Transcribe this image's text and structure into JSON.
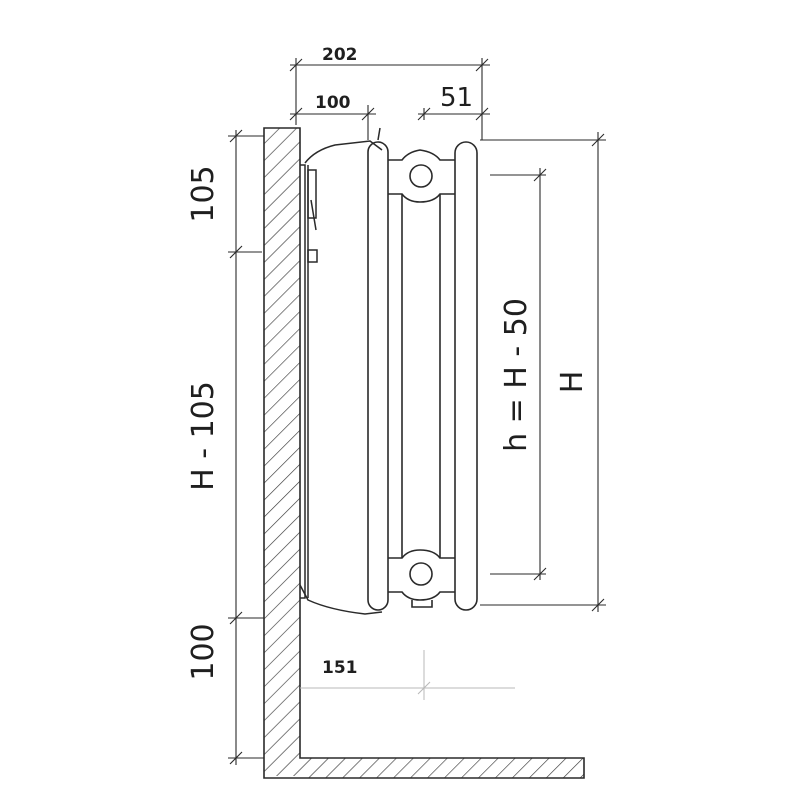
{
  "dimensions": {
    "d202": "202",
    "d100_top": "100",
    "d51": "51",
    "d105": "105",
    "d_h105": "H - 105",
    "d100_bottom": "100",
    "d151": "151",
    "d_h": "h = H - 50",
    "d_H": "H"
  },
  "colors": {
    "stroke": "#2a2a2a",
    "hatch": "#3a3a3a",
    "background": "#ffffff"
  }
}
